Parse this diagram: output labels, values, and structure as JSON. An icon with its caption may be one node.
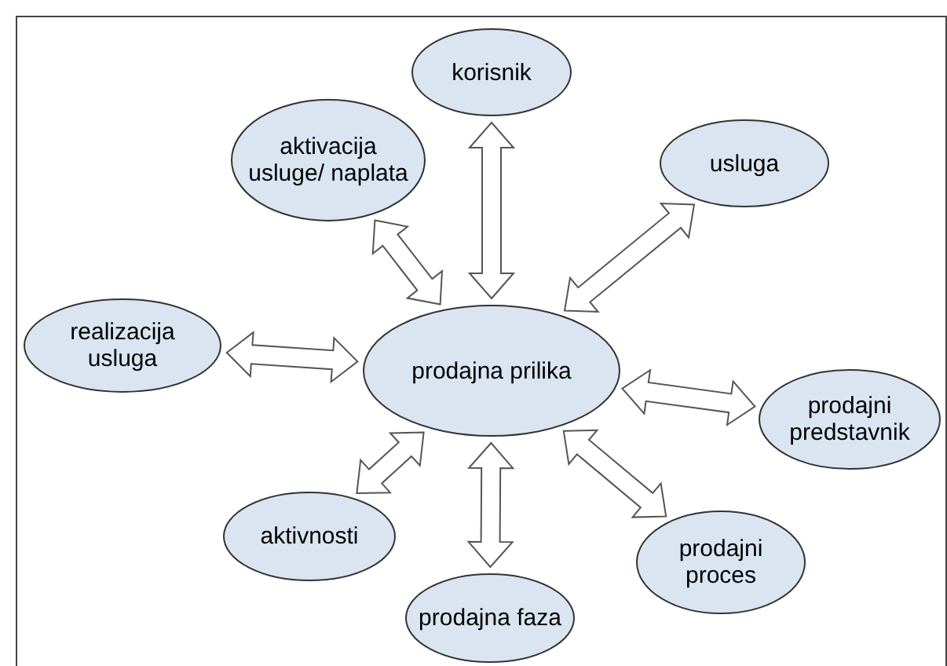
{
  "diagram": {
    "nodes": [
      {
        "text": [
          "korisnik"
        ]
      },
      {
        "text": [
          "aktivacija usluge/ naplata"
        ]
      },
      {
        "text": [
          "usluga"
        ]
      },
      {
        "text": [
          "realizacija usluga"
        ]
      },
      {
        "text": [
          "prodajna prilika"
        ]
      },
      {
        "text": [
          "prodajni predstavnik"
        ]
      },
      {
        "text": [
          "aktivnosti"
        ]
      },
      {
        "text": [
          "prodajni proces"
        ]
      },
      {
        "text": [
          "prodajna faza"
        ]
      }
    ],
    "edges": [
      {
        "from": 4,
        "to": 0,
        "arrow": "both"
      },
      {
        "from": 4,
        "to": 1,
        "arrow": "both"
      },
      {
        "from": 4,
        "to": 2,
        "arrow": "both"
      },
      {
        "from": 4,
        "to": 3,
        "arrow": "both"
      },
      {
        "from": 4,
        "to": 5,
        "arrow": "both"
      },
      {
        "from": 4,
        "to": 6,
        "arrow": "both"
      },
      {
        "from": 4,
        "to": 7,
        "arrow": "both"
      },
      {
        "from": 4,
        "to": 8,
        "arrow": "both"
      }
    ]
  }
}
